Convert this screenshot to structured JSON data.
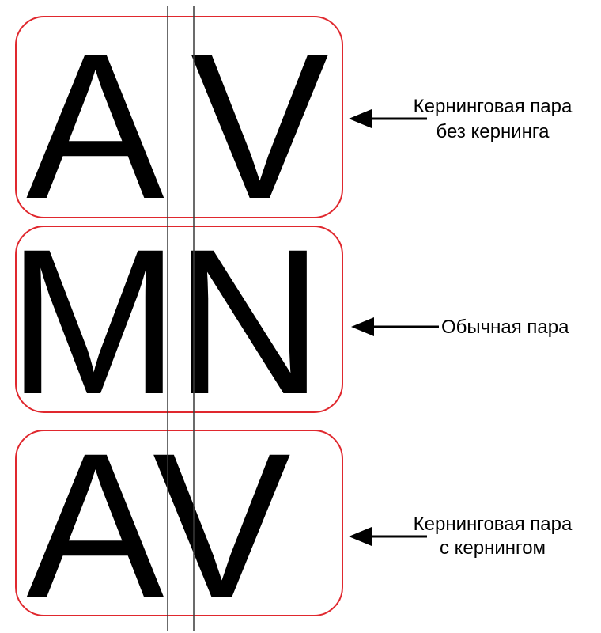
{
  "colors": {
    "frame": "#e0282e",
    "ink": "#000000",
    "guide": "#3a3a3a",
    "background": "#ffffff"
  },
  "rows": [
    {
      "name": "no-kerning",
      "letters": [
        "A",
        "V"
      ],
      "caption": [
        "Кернинговая пара",
        "без кернинга"
      ]
    },
    {
      "name": "normal-pair",
      "letters": [
        "M",
        "N"
      ],
      "caption": [
        "Обычная пара"
      ]
    },
    {
      "name": "with-kerning",
      "letters": [
        "A",
        "V"
      ],
      "caption": [
        "Кернинговая пара",
        "с кернингом"
      ]
    }
  ]
}
